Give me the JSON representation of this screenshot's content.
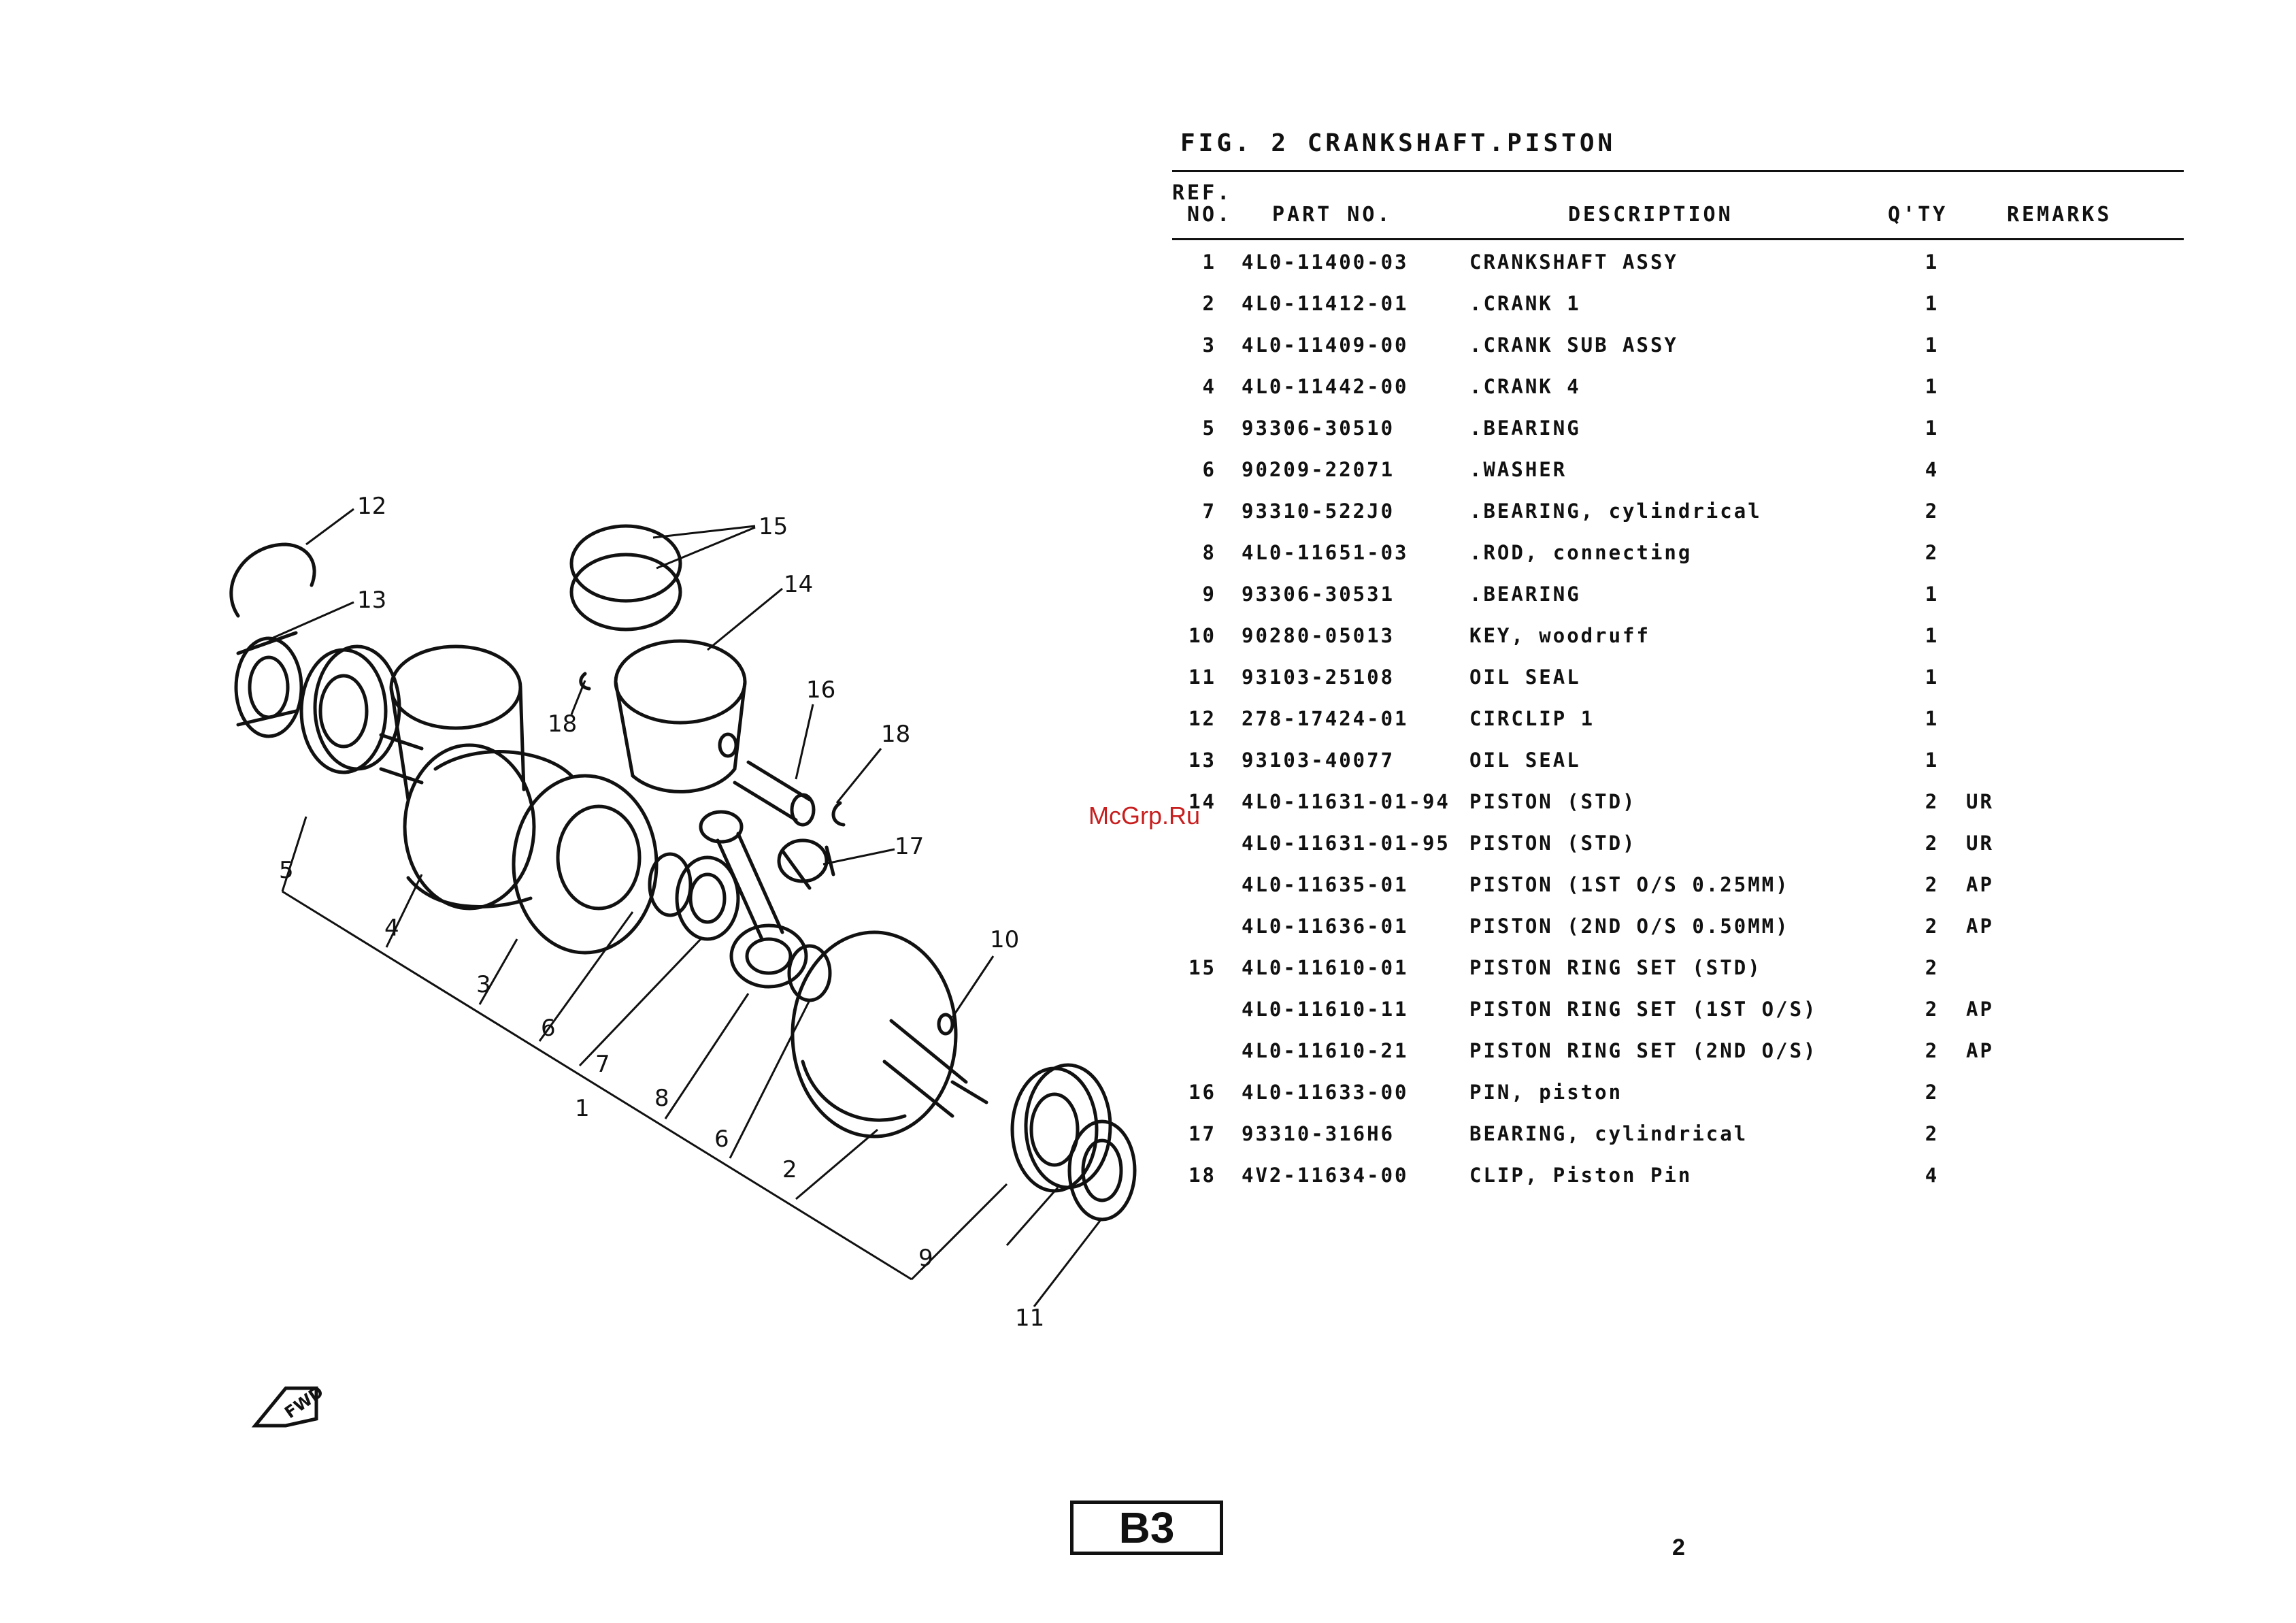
{
  "figure": {
    "title": "FIG. 2 CRANKSHAFT.PISTON"
  },
  "header": {
    "ref_line1": "REF.",
    "ref_line2": "NO.",
    "part_no": "PART NO.",
    "description": "DESCRIPTION",
    "qty": "Q'TY",
    "remarks": "REMARKS"
  },
  "parts": [
    {
      "ref": "1",
      "part_no": "4L0-11400-03",
      "description": "CRANKSHAFT ASSY",
      "qty": "1",
      "remarks": ""
    },
    {
      "ref": "2",
      "part_no": "4L0-11412-01",
      "description": ".CRANK 1",
      "qty": "1",
      "remarks": ""
    },
    {
      "ref": "3",
      "part_no": "4L0-11409-00",
      "description": ".CRANK SUB ASSY",
      "qty": "1",
      "remarks": ""
    },
    {
      "ref": "4",
      "part_no": "4L0-11442-00",
      "description": ".CRANK 4",
      "qty": "1",
      "remarks": ""
    },
    {
      "ref": "5",
      "part_no": "93306-30510",
      "description": ".BEARING",
      "qty": "1",
      "remarks": ""
    },
    {
      "ref": "6",
      "part_no": "90209-22071",
      "description": ".WASHER",
      "qty": "4",
      "remarks": ""
    },
    {
      "ref": "7",
      "part_no": "93310-522J0",
      "description": ".BEARING, cylindrical",
      "qty": "2",
      "remarks": ""
    },
    {
      "ref": "8",
      "part_no": "4L0-11651-03",
      "description": ".ROD, connecting",
      "qty": "2",
      "remarks": ""
    },
    {
      "ref": "9",
      "part_no": "93306-30531",
      "description": ".BEARING",
      "qty": "1",
      "remarks": ""
    },
    {
      "ref": "10",
      "part_no": "90280-05013",
      "description": "KEY, woodruff",
      "qty": "1",
      "remarks": ""
    },
    {
      "ref": "11",
      "part_no": "93103-25108",
      "description": "OIL SEAL",
      "qty": "1",
      "remarks": ""
    },
    {
      "ref": "12",
      "part_no": "278-17424-01",
      "description": "CIRCLIP 1",
      "qty": "1",
      "remarks": ""
    },
    {
      "ref": "13",
      "part_no": "93103-40077",
      "description": "OIL SEAL",
      "qty": "1",
      "remarks": ""
    },
    {
      "ref": "14",
      "part_no": "4L0-11631-01-94",
      "description": "PISTON (STD)",
      "qty": "2",
      "remarks": "UR"
    },
    {
      "ref": "",
      "part_no": "4L0-11631-01-95",
      "description": "PISTON (STD)",
      "qty": "2",
      "remarks": "UR"
    },
    {
      "ref": "",
      "part_no": "4L0-11635-01",
      "description": "PISTON (1ST O/S 0.25MM)",
      "qty": "2",
      "remarks": "AP"
    },
    {
      "ref": "",
      "part_no": "4L0-11636-01",
      "description": "PISTON (2ND O/S 0.50MM)",
      "qty": "2",
      "remarks": "AP"
    },
    {
      "ref": "15",
      "part_no": "4L0-11610-01",
      "description": "PISTON RING SET (STD)",
      "qty": "2",
      "remarks": ""
    },
    {
      "ref": "",
      "part_no": "4L0-11610-11",
      "description": "PISTON RING SET (1ST O/S)",
      "qty": "2",
      "remarks": "AP"
    },
    {
      "ref": "",
      "part_no": "4L0-11610-21",
      "description": "PISTON RING SET (2ND O/S)",
      "qty": "2",
      "remarks": "AP"
    },
    {
      "ref": "16",
      "part_no": "4L0-11633-00",
      "description": "PIN, piston",
      "qty": "2",
      "remarks": ""
    },
    {
      "ref": "17",
      "part_no": "93310-316H6",
      "description": "BEARING, cylindrical",
      "qty": "2",
      "remarks": ""
    },
    {
      "ref": "18",
      "part_no": "4V2-11634-00",
      "description": "CLIP, Piston Pin",
      "qty": "4",
      "remarks": ""
    }
  ],
  "diagram_callouts": {
    "c1": "1",
    "c2": "2",
    "c3": "3",
    "c4": "4",
    "c5": "5",
    "c6a": "6",
    "c6b": "6",
    "c7": "7",
    "c8": "8",
    "c9": "9",
    "c10": "10",
    "c11": "11",
    "c12": "12",
    "c13": "13",
    "c14": "14",
    "c15": "15",
    "c16": "16",
    "c17": "17",
    "c18a": "18",
    "c18b": "18"
  },
  "fwd_label": "FWD",
  "watermark": "McGrp.Ru",
  "section_code": "B3",
  "page_number": "2"
}
